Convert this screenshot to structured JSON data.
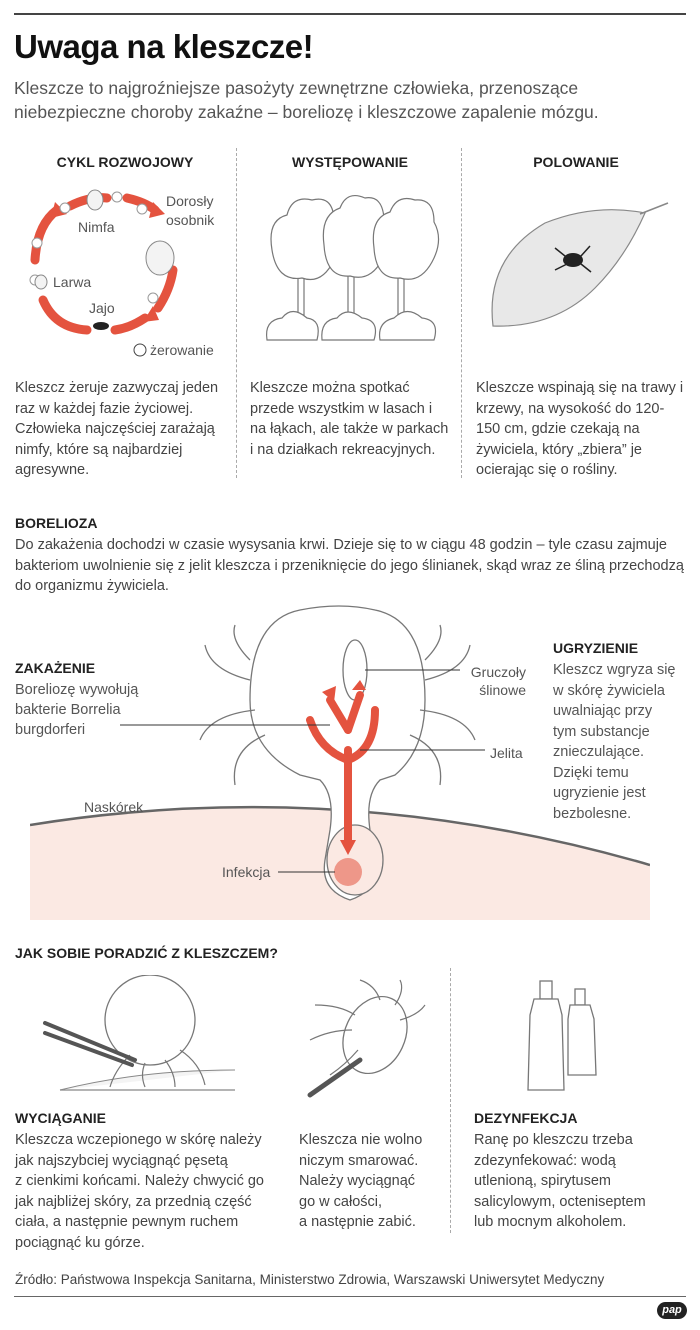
{
  "title": "Uwaga na kleszcze!",
  "lead": "Kleszcze to najgroźniejsze pasożyty zewnętrzne człowieka, przenoszące niebezpieczne choroby zakaźne – boreliozę i kleszczowe zapalenie mózgu.",
  "columns": [
    {
      "heading": "CYKL ROZWOJOWY",
      "text": "Kleszcz żeruje zazwyczaj jeden raz w każdej fazie życiowej. Człowieka najczęściej zarażają nimfy, które są najbardziej agresywne."
    },
    {
      "heading": "WYSTĘPOWANIE",
      "text": "Kleszcze można spotkać przede wszystkim w lasach i na łąkach, ale także w parkach i na działkach rekreacyjnych."
    },
    {
      "heading": "POLOWANIE",
      "text": "Kleszcze wspinają się na trawy i krzewy, na wysokość do 120-150 cm, gdzie czekają na żywiciela, który „zbiera” je ocierając się o rośliny."
    }
  ],
  "cycle": {
    "adult1": "Dorosły",
    "adult2": "osobnik",
    "nymph": "Nimfa",
    "larva": "Larwa",
    "egg": "Jajo",
    "feeding": "żerowanie"
  },
  "borelioza": {
    "heading": "BORELIOZA",
    "text": "Do zakażenia dochodzi w czasie wysysania krwi. Dzieje się to w ciągu 48 godzin – tyle czasu zajmuje bakteriom uwolnienie się z jelit kleszcza i przeniknięcie do jego ślinianek, skąd wraz ze śliną przechodzą do organizmu żywiciela."
  },
  "infection": {
    "heading": "ZAKAŻENIE",
    "l1": "Boreliozę wywołują",
    "l2": "bakterie Borrelia",
    "l3": "burgdorferi"
  },
  "bite": {
    "heading": "UGRYZIENIE",
    "lines": [
      "Kleszcz wgryza się",
      "w skórę żywiciela",
      "uwalniając przy",
      "tym substancje",
      "znieczulające.",
      "Dzięki temu",
      "ugryzienie jest",
      "bezbolesne."
    ]
  },
  "anatomy": {
    "glands1": "Gruczoły",
    "glands2": "ślinowe",
    "gut": "Jelita",
    "epidermis": "Naskórek",
    "infection": "Infekcja"
  },
  "howto": {
    "heading": "JAK SOBIE PORADZIĆ Z KLESZCZEM?",
    "remove_heading": "WYCIĄGANIE",
    "remove_lines": [
      "Kleszcza wczepionego w skórę należy",
      "jak najszybciej wyciągnąć pęsetą",
      "z cienkimi końcami. Należy chwycić go",
      "jak najbliżej skóry, za przednią część",
      "ciała, a następnie pewnym ruchem",
      "pociągnąć ku górze."
    ],
    "mid_lines": [
      "Kleszcza nie wolno",
      "niczym smarować.",
      "Należy wyciągnąć",
      "go w całości,",
      "a następnie zabić."
    ],
    "disinfect_heading": "DEZYNFEKCJA",
    "disinfect_lines": [
      "Ranę po kleszczu trzeba",
      "zdezynfekować: wodą",
      "utlenioną, spirytusem",
      "salicylowym, octeniseptem",
      "lub mocnym alkoholem."
    ]
  },
  "source": "Źródło: Państwowa Inspekcja Sanitarna, Ministerstwo Zdrowia, Warszawski Uniwersytet Medyczny",
  "logo": "pap",
  "colors": {
    "accent": "#e4533f",
    "skin": "#fbe9e3",
    "text": "#444444"
  }
}
